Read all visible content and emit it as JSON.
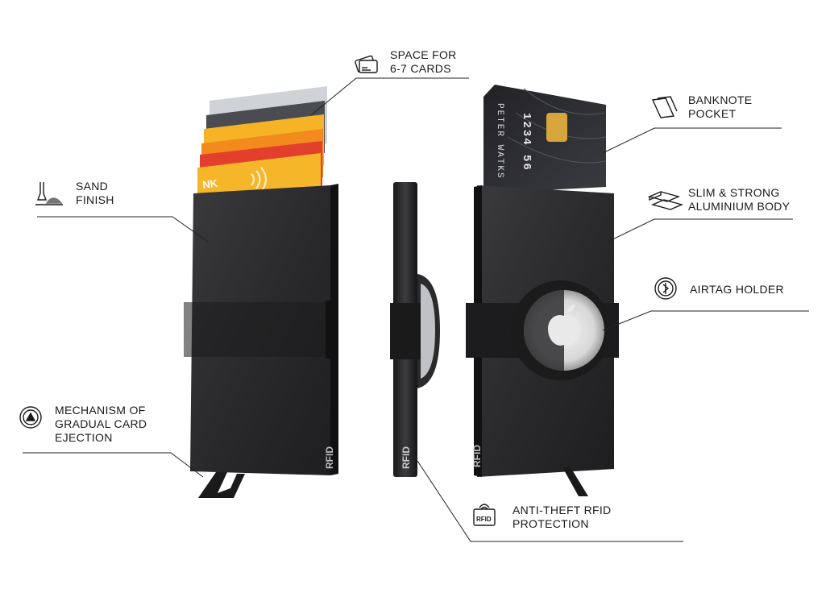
{
  "features": {
    "space_for_cards": {
      "line1": "SPACE FOR",
      "line2": "6-7 CARDS",
      "icon": "cards-icon"
    },
    "sand_finish": {
      "line1": "SAND",
      "line2": "FINISH",
      "icon": "sand-icon"
    },
    "banknote_pocket": {
      "line1": "BANKNOTE",
      "line2": "POCKET",
      "icon": "banknote-icon"
    },
    "aluminium_body": {
      "line1": "SLIM & STRONG",
      "line2": "ALUMINIUM BODY",
      "icon": "aluminium-profile-icon"
    },
    "airtag_holder": {
      "line1": "AIRTAG HOLDER",
      "icon": "airtag-icon"
    },
    "ejection": {
      "line1": "MECHANISM OF",
      "line2": "GRADUAL CARD",
      "line3": "EJECTION",
      "icon": "ejection-icon"
    },
    "rfid": {
      "line1": "ANTI-THEFT RFID",
      "line2": "PROTECTION",
      "icon": "rfid-icon"
    }
  },
  "product": {
    "rfid_mark": "RFID",
    "card_number": "1234 56",
    "card_holder": "PETER WATKS",
    "card_partial_text": "NK"
  },
  "colors": {
    "wallet": "#2b2b2d",
    "wallet_dark": "#151516",
    "card_yellow": "#f5b325",
    "card_orange": "#f28a1e",
    "card_red": "#e2402c",
    "card_black": "#1d1d20",
    "leader_line": "#222222"
  }
}
